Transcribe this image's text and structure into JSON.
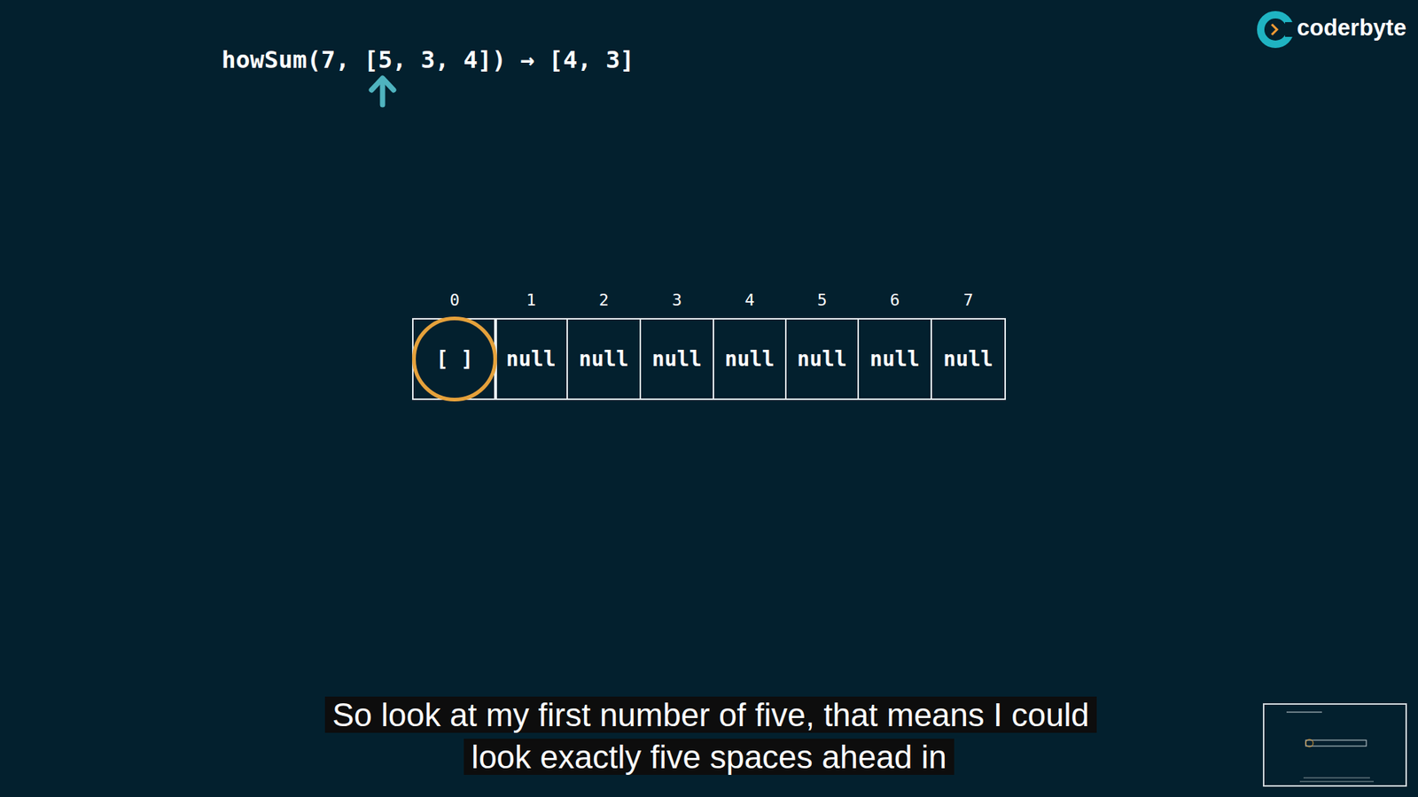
{
  "diagram": {
    "title": "howSum(7, [5, 3, 4]) → [4, 3]",
    "caption": "So look at my first number of five, that means I could look exactly five spaces ahead in",
    "nodes": [
      {
        "text": [
          "[ ]"
        ]
      },
      {
        "text": [
          "null"
        ]
      },
      {
        "text": [
          "null"
        ]
      },
      {
        "text": [
          "null"
        ]
      },
      {
        "text": [
          "null"
        ]
      },
      {
        "text": [
          "null"
        ]
      },
      {
        "text": [
          "null"
        ]
      },
      {
        "text": [
          "null"
        ]
      }
    ],
    "labels": [
      "0",
      "1",
      "2",
      "3",
      "4",
      "5",
      "6",
      "7",
      "coderbyte"
    ]
  }
}
